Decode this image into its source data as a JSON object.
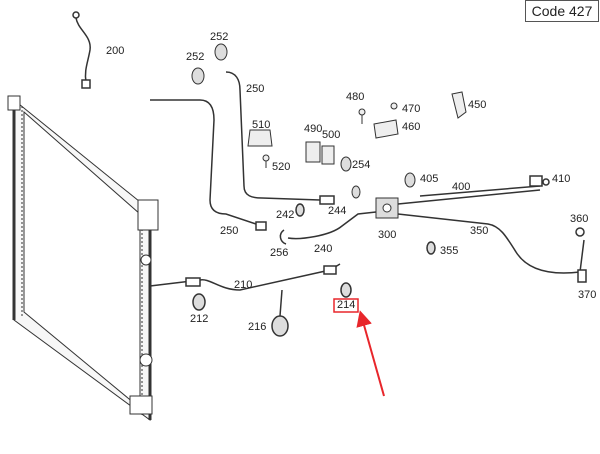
{
  "code_label": "Code 427",
  "highlight_color": "#e8262b",
  "parts": [
    {
      "id": "p200",
      "label": "200"
    },
    {
      "id": "p252a",
      "label": "252"
    },
    {
      "id": "p252b",
      "label": "252"
    },
    {
      "id": "p250a",
      "label": "250"
    },
    {
      "id": "p250b",
      "label": "250"
    },
    {
      "id": "p510",
      "label": "510"
    },
    {
      "id": "p520",
      "label": "520"
    },
    {
      "id": "p490",
      "label": "490"
    },
    {
      "id": "p500",
      "label": "500"
    },
    {
      "id": "p480",
      "label": "480"
    },
    {
      "id": "p470",
      "label": "470"
    },
    {
      "id": "p460",
      "label": "460"
    },
    {
      "id": "p450",
      "label": "450"
    },
    {
      "id": "p254",
      "label": "254"
    },
    {
      "id": "p405",
      "label": "405"
    },
    {
      "id": "p400",
      "label": "400"
    },
    {
      "id": "p410",
      "label": "410"
    },
    {
      "id": "p242",
      "label": "242"
    },
    {
      "id": "p244",
      "label": "244"
    },
    {
      "id": "p256",
      "label": "256"
    },
    {
      "id": "p240",
      "label": "240"
    },
    {
      "id": "p300",
      "label": "300"
    },
    {
      "id": "p350",
      "label": "350"
    },
    {
      "id": "p360",
      "label": "360"
    },
    {
      "id": "p355",
      "label": "355"
    },
    {
      "id": "p370",
      "label": "370"
    },
    {
      "id": "p210",
      "label": "210"
    },
    {
      "id": "p212",
      "label": "212"
    },
    {
      "id": "p216",
      "label": "216"
    },
    {
      "id": "p214",
      "label": "214"
    }
  ]
}
